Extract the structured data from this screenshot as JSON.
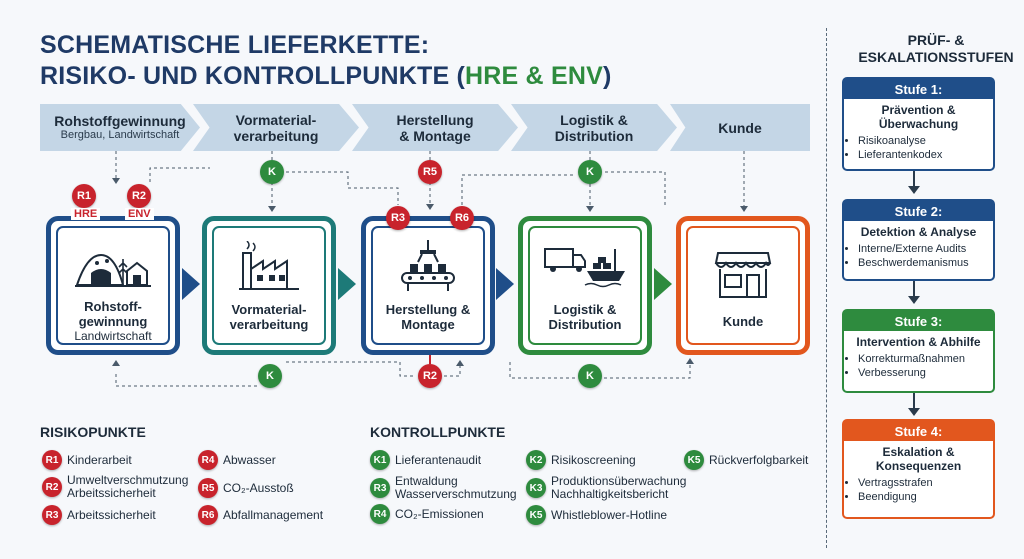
{
  "title": {
    "line1": "SCHEMATISCHE LIEFERKETTE:",
    "line2_prefix": "RISIKO- UND KONTROLLPUNKTE (",
    "line2_hl": "HRE & ENV",
    "line2_suffix": ")"
  },
  "header": [
    {
      "title": "Rohstoffgewinnung",
      "sub": "Bergbau, Landwirtschaft"
    },
    {
      "title": "Vormaterial-\nverarbeitung",
      "sub": ""
    },
    {
      "title": "Herstellung\n& Montage",
      "sub": ""
    },
    {
      "title": "Logistik &\nDistribution",
      "sub": ""
    },
    {
      "title": "Kunde",
      "sub": ""
    }
  ],
  "stages": [
    {
      "label": "Rohstoff-\ngewinnung",
      "sub": "Landwirtschaft",
      "color": "#1f4e89",
      "icon": "mine-farm-icon"
    },
    {
      "label": "Vormaterial-\nverarbeitung",
      "sub": "",
      "color": "#1d7a78",
      "icon": "factory-icon"
    },
    {
      "label": "Herstellung &\nMontage",
      "sub": "",
      "color": "#1f4e89",
      "icon": "assembly-icon"
    },
    {
      "label": "Logistik &\nDistribution",
      "sub": "",
      "color": "#2e8b3e",
      "icon": "truck-ship-icon"
    },
    {
      "label": "Kunde",
      "sub": "",
      "color": "#e2571e",
      "icon": "store-icon"
    }
  ],
  "markers": {
    "r1": "R1",
    "r1_tag": "HRE",
    "r2": "R2",
    "r2_tag": "ENV",
    "r5": "R5",
    "r3": "R3",
    "r6": "R6",
    "r2_bottom": "R2",
    "k": "K"
  },
  "risk_legend": {
    "heading": "RISIKOPUNKTE",
    "items": [
      {
        "code": "R1",
        "text": "Kinderarbeit"
      },
      {
        "code": "R2",
        "text": "Umweltverschmutzung\nArbeitssicherheit"
      },
      {
        "code": "R3",
        "text": "Arbeitssicherheit"
      },
      {
        "code": "R4",
        "text": "Abwasser"
      },
      {
        "code": "R5",
        "text": "CO₂-Ausstoß"
      },
      {
        "code": "R6",
        "text": "Abfallmanagement"
      }
    ]
  },
  "control_legend": {
    "heading": "KONTROLLPUNKTE",
    "items": [
      {
        "code": "K1",
        "text": "Lieferantenaudit"
      },
      {
        "code": "R3",
        "text": "Entwaldung\nWasserverschmutzung"
      },
      {
        "code": "R4",
        "text": "CO₂-Emissionen"
      },
      {
        "code": "K2",
        "text": "Risikoscreening"
      },
      {
        "code": "K3",
        "text": "Produktionsüberwachung\nNachhaltigkeitsbericht"
      },
      {
        "code": "K5",
        "text": "Whistleblower-Hotline"
      },
      {
        "code": "K5",
        "text": "Rückverfolgbarkeit"
      }
    ]
  },
  "escalation": {
    "title": "PRÜF- &\nESKALATIONSSTUFEN",
    "stufen": [
      {
        "head": "Stufe 1:",
        "name": "Prävention &\nÜberwachung",
        "items": [
          "Risikoanalyse",
          "Lieferantenkodex"
        ],
        "color": "#1f4e89"
      },
      {
        "head": "Stufe 2:",
        "name": "Detektion & Analyse",
        "items": [
          "Interne/Externe Audits",
          "Beschwerdemanismus"
        ],
        "color": "#1f4e89"
      },
      {
        "head": "Stufe 3:",
        "name": "Intervention & Abhilfe",
        "items": [
          "Korrekturmaßnahmen",
          "Verbesserung"
        ],
        "color": "#2e8b3e"
      },
      {
        "head": "Stufe 4:",
        "name": "Eskalation &\nKonsequenzen",
        "items": [
          "Vertragsstrafen",
          "Beendigung"
        ],
        "color": "#e2571e"
      }
    ]
  }
}
